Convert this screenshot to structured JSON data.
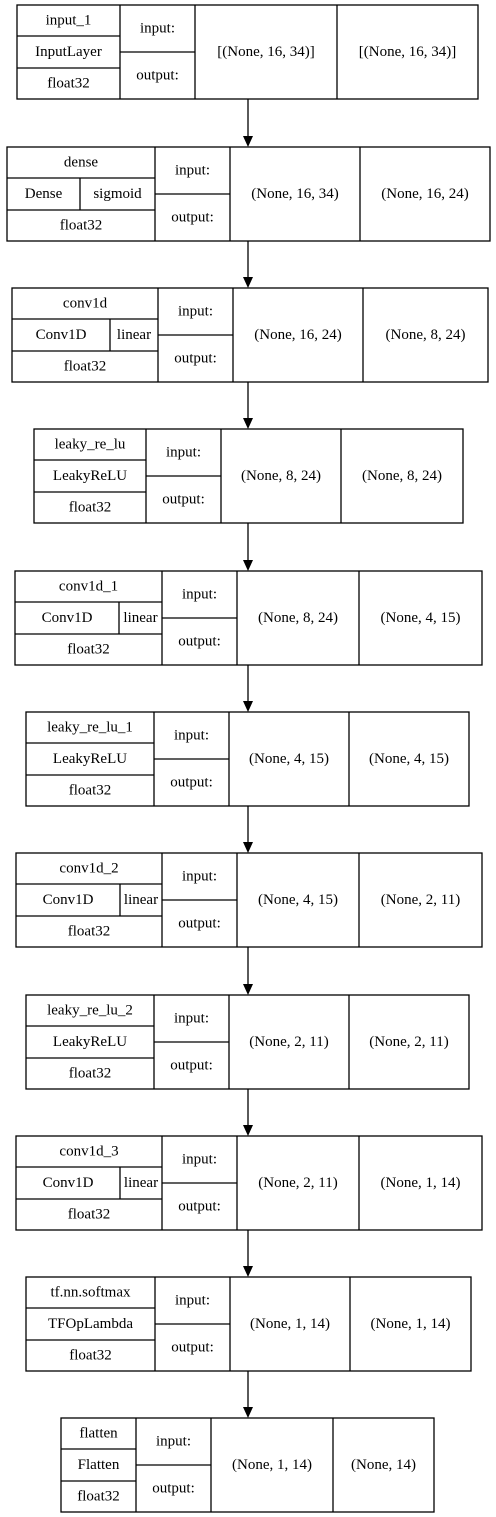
{
  "labels": {
    "input": "input:",
    "output": "output:"
  },
  "colors": {
    "stroke": "#000000",
    "background": "#ffffff"
  },
  "layers": [
    {
      "name": "input_1",
      "cls": "InputLayer",
      "act": "",
      "dtype": "float32",
      "in": "[(None, 16, 34)]",
      "out": "[(None, 16, 34)]"
    },
    {
      "name": "dense",
      "cls": "Dense",
      "act": "sigmoid",
      "dtype": "float32",
      "in": "(None, 16, 34)",
      "out": "(None, 16, 24)"
    },
    {
      "name": "conv1d",
      "cls": "Conv1D",
      "act": "linear",
      "dtype": "float32",
      "in": "(None, 16, 24)",
      "out": "(None, 8, 24)"
    },
    {
      "name": "leaky_re_lu",
      "cls": "LeakyReLU",
      "act": "",
      "dtype": "float32",
      "in": "(None, 8, 24)",
      "out": "(None, 8, 24)"
    },
    {
      "name": "conv1d_1",
      "cls": "Conv1D",
      "act": "linear",
      "dtype": "float32",
      "in": "(None, 8, 24)",
      "out": "(None, 4, 15)"
    },
    {
      "name": "leaky_re_lu_1",
      "cls": "LeakyReLU",
      "act": "",
      "dtype": "float32",
      "in": "(None, 4, 15)",
      "out": "(None, 4, 15)"
    },
    {
      "name": "conv1d_2",
      "cls": "Conv1D",
      "act": "linear",
      "dtype": "float32",
      "in": "(None, 4, 15)",
      "out": "(None, 2, 11)"
    },
    {
      "name": "leaky_re_lu_2",
      "cls": "LeakyReLU",
      "act": "",
      "dtype": "float32",
      "in": "(None, 2, 11)",
      "out": "(None, 2, 11)"
    },
    {
      "name": "conv1d_3",
      "cls": "Conv1D",
      "act": "linear",
      "dtype": "float32",
      "in": "(None, 2, 11)",
      "out": "(None, 1, 14)"
    },
    {
      "name": "tf.nn.softmax",
      "cls": "TFOpLambda",
      "act": "",
      "dtype": "float32",
      "in": "(None, 1, 14)",
      "out": "(None, 1, 14)"
    },
    {
      "name": "flatten",
      "cls": "Flatten",
      "act": "",
      "dtype": "float32",
      "in": "(None, 1, 14)",
      "out": "(None, 14)"
    }
  ]
}
